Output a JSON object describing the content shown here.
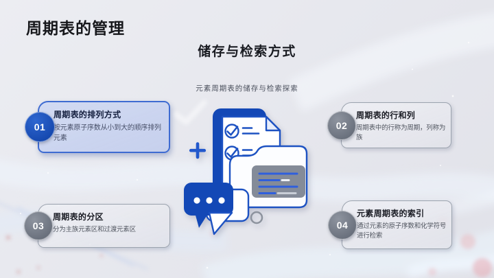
{
  "slide": {
    "title": "周期表的管理",
    "section_heading": "储存与检索方式",
    "section_subtitle": "元素周期表的储存与检索探索"
  },
  "cards": [
    {
      "number": "01",
      "title": "周期表的排列方式",
      "body": "按元素原子序数从小到大的顺序排列元素"
    },
    {
      "number": "02",
      "title": "周期表的行和列",
      "body": "周期表中的行称为周期，列称为族"
    },
    {
      "number": "03",
      "title": "周期表的分区",
      "body": "分为主族元素区和过渡元素区"
    },
    {
      "number": "04",
      "title": "元素周期表的索引",
      "body": "通过元素的原子序数和化学符号进行检索"
    }
  ],
  "illustration": {
    "icons": [
      "clipboard-checklist-icon",
      "folder-document-icon",
      "chat-bubble-icon",
      "plus-icon",
      "checkmark-watermark-icon"
    ]
  },
  "colors": {
    "primary_blue": "#1348b6",
    "outline_blue": "#1d52c2",
    "accent_card_border": "#3e6bd1",
    "gray_badge": "#6d7480",
    "panel_gray": "#848b98",
    "title_text": "#17181c",
    "body_text": "#50555f",
    "background": "#e7e8ee"
  }
}
